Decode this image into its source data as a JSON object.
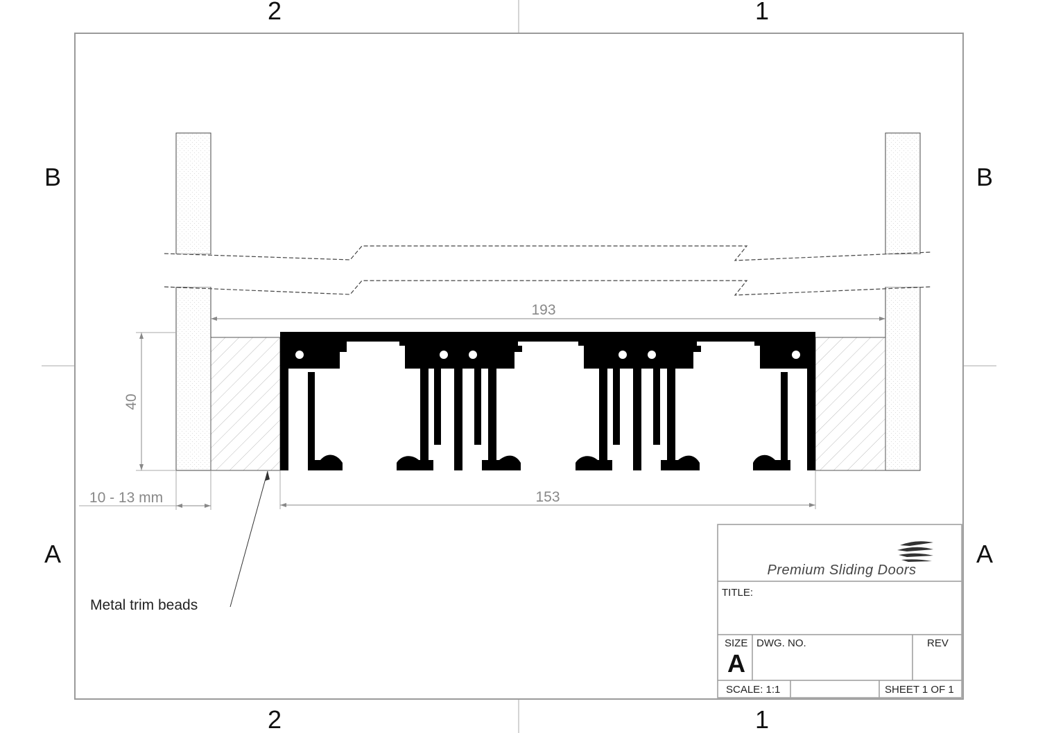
{
  "zones": {
    "top_left": "2",
    "top_right": "1",
    "bottom_left": "2",
    "bottom_right": "1",
    "left_upper": "B",
    "right_upper": "B",
    "left_lower": "A",
    "right_lower": "A"
  },
  "dimensions": {
    "overall_width": "193",
    "profile_width": "153",
    "height": "40",
    "wall_thickness": "10 - 13 mm"
  },
  "annotations": {
    "callout": "Metal trim beads"
  },
  "title_block": {
    "logo_text": "Premium Sliding Doors",
    "title_label": "TITLE:",
    "size_label": "SIZE",
    "size_value": "A",
    "dwg_label": "DWG.  NO.",
    "rev_label": "REV",
    "scale": "SCALE: 1:1",
    "sheet": "SHEET 1 OF 1"
  },
  "colors": {
    "profile": "#000000",
    "border": "#9a9a9a",
    "dimension": "#888888",
    "hatch": "#bbbbbb"
  }
}
